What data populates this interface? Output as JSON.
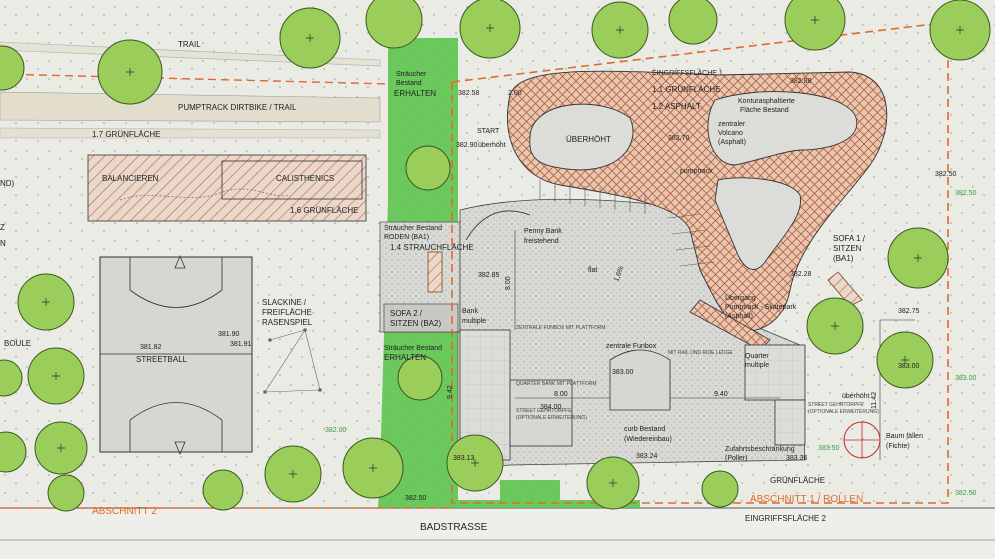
{
  "labels": {
    "trail": "TRAIL",
    "pumptrack_dirtbike": "PUMPTRACK DIRTBIKE / TRAIL",
    "gruenflaeche_17": "1.7 GRÜNFLÄCHE",
    "balancieren": "BALANCIEREN",
    "calisthenics": "CALISTHENICS",
    "gruenflaeche_16": "1.6 GRÜNFLÄCHE",
    "streetball": "STREETBALL",
    "slackline_1": "SLACKINE /",
    "slackline_2": "FREIFLÄCHE",
    "slackline_3": "RASENSPIEL",
    "boule": "BOULE",
    "edge_nd": "ND)",
    "edge_z": "Z",
    "edge_n": "N",
    "straeucher_top_1": "Sträucher",
    "straeucher_top_2": "Bestand",
    "erhalten_top": "ERHALTEN",
    "straeucher_mid_1": "Sträucher Bestand",
    "roden": "RODEN (BA1)",
    "strauchflaeche_14": "1.4 STRAUCHFLÄCHE",
    "sofa2_1": "SOFA 2 /",
    "sofa2_2": "SITZEN (BA2)",
    "straeucher_low": "Sträucher Bestand",
    "erhalten_low": "ERHALTEN",
    "start_1": "START",
    "start_2": "überhöht",
    "ueberhoeht": "ÜBERHÖHT",
    "eingriffsflaeche_1": "EINGRIFFSFLÄCHE 1",
    "gruenflaeche_11": "1.1 GRÜNFLÄCHE",
    "asphalt_12": "1.2 ASPHALT",
    "kontur_1": "Konturasphaltierte",
    "kontur_2": "Fläche Bestand",
    "volcano_1": "zentraler",
    "volcano_2": "Volcano",
    "volcano_3": "(Asphalt)",
    "pumptrack": "pumptrack",
    "penny_1": "Penny Bank",
    "penny_2": "freistehend",
    "flat": "flat",
    "pct": "1,6%",
    "bank_1": "Bank",
    "bank_2": "multiple",
    "funbox": "zentrale Funbox",
    "quarter_1": "Quarter",
    "quarter_2": "multiple",
    "uebergang_1": "Übergang",
    "uebergang_2": "Pumptrack - Skatepark",
    "uebergang_3": "(Asphalt)",
    "sofa1_1": "SOFA 1 /",
    "sofa1_2": "SITZEN",
    "sofa1_3": "(BA1)",
    "curb_1": "curb Bestand",
    "curb_2": "(Wiedereinbau)",
    "zufahrt_1": "Zufahrtsbeschränkung",
    "zufahrt_2": "(Poller)",
    "baum_1": "Baum fällen",
    "baum_2": "(Fichte)",
    "ueberhoeht_right": "überhöht",
    "gruenflaeche_bottom": "GRÜNFLÄCHE",
    "abschnitt_1": "ABSCHNITT 1 / ROLLEN",
    "abschnitt_2": "ABSCHNITT 2",
    "badstrasse": "BADSTRASSE",
    "eingriffsflaeche_2": "EINGRIFFSFLÄCHE 2",
    "fine_1": "ZENTRALE FUNBOX MIT PLATTFORM",
    "fine_2": "QUARTER BANK MIT PLATTFORM",
    "fine_3": "MIT RAIL UND RIDE LEDGE",
    "fine_4": "STREET GEHRTORPFE",
    "fine_5": "(OPTIONALE ERWEITERUNG)",
    "fine_6": "STREET GEHRTORPFE",
    "fine_7": "(OPTIONALE ERWEITERUNG)"
  },
  "elevations": {
    "e382_58": "382.58",
    "e382_00t": "2.00",
    "e382_88": "382.88",
    "e382_90": "382.90",
    "e382_70": "382.70",
    "e382_85": "382.85",
    "e382_28": "382.28",
    "e383_00": "383.00",
    "e384_00": "384.00",
    "e383_24": "383.24",
    "e383_36": "383.36",
    "e383_13": "383.13",
    "e382_75": "382.75",
    "e383_00r": "383.00",
    "e383_00g": "383.00",
    "e382_50a": "382.50",
    "e382_50g": "382.50",
    "e382_50b": "382.50",
    "e381_82": "381.82",
    "e381_90": "381.90",
    "e381_91": "381.91",
    "e382_00": "382.00",
    "e383_50": "383.50",
    "e382_50c": "382.50"
  },
  "dimensions": {
    "d8_00v": "8.00",
    "d9_42": "9.42",
    "d8_00h": "8.00",
    "d9_40": "9.40",
    "d11_42": "11.42"
  },
  "colors": {
    "background": "#ebebe6",
    "lawn_green": "#5dc44e",
    "tree_fill": "#9acd5a",
    "hatch_orange": "#e06a2c",
    "boundary_orange": "#e06a2c",
    "elevation_green": "#3f9a3f"
  }
}
